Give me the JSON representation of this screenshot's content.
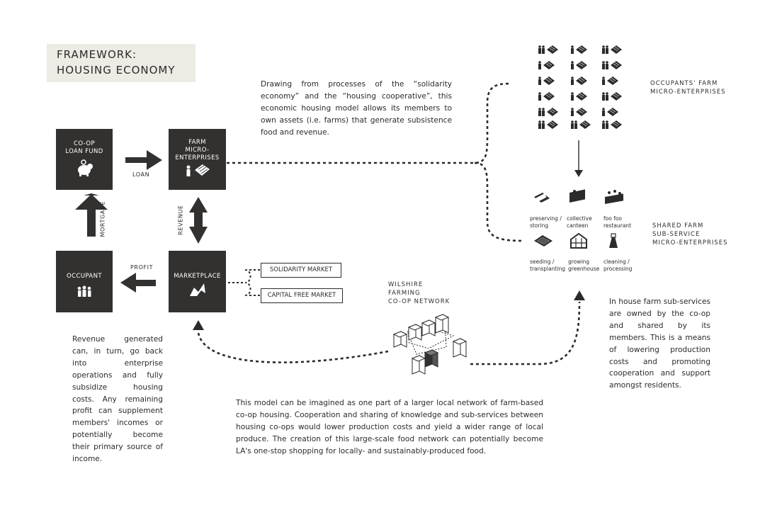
{
  "title": {
    "line1": "FRAMEWORK:",
    "line2": "HOUSING ECONOMY"
  },
  "boxes": {
    "loan_fund": "CO-OP\nLOAN FUND",
    "farm": "FARM\nMICRO-\nENTERPRISES",
    "occupant": "OCCUPANT",
    "marketplace": "MARKETPLACE"
  },
  "flows": {
    "loan": "LOAN",
    "mortgage": "MORTGAGE",
    "revenue": "REVENUE",
    "profit": "PROFIT"
  },
  "markets": {
    "solidarity": "SOLIDARITY MARKET",
    "capital_free": "CAPITAL FREE MARKET"
  },
  "intro_text": "Drawing from processes of the “solidarity economy” and the “housing cooperative”, this economic housing model allows its members to own assets (i.e. farms) that generate subsistence food and revenue.",
  "occupants_label": "OCCUPANTS' FARM\nMICRO-ENTERPRISES",
  "shared_label": "SHARED FARM\nSUB-SERVICE\nMICRO-ENTERPRISES",
  "services": [
    {
      "icon": "preserving-icon",
      "label": "preserving /\nstoring"
    },
    {
      "icon": "canteen-icon",
      "label": "collective\ncanteen"
    },
    {
      "icon": "restaurant-icon",
      "label": "foo foo\nrestaurant"
    },
    {
      "icon": "seeding-icon",
      "label": "seeding /\ntransplanting"
    },
    {
      "icon": "greenhouse-icon",
      "label": "growing\ngreenhouse"
    },
    {
      "icon": "cleaning-icon",
      "label": "cleaning /\nprocessing"
    }
  ],
  "network_label": "WILSHIRE\nFARMING\nCO-OP NETWORK",
  "revenue_text": "Revenue generated can, in turn, go back into enterprise operations and fully subsidize housing costs. Any remaining profit can supplement members' incomes or potentially become their primary source of income.",
  "network_text": "This model can be imagined as one part of a larger local network of farm-based co-op housing. Cooperation and sharing of knowledge and sub-services between housing co-ops would lower production costs and yield a wider range of local produce. The creation of this large-scale food network can potentially become LA's one-stop shopping for locally- and sustainably-produced food.",
  "subservice_text": "In house farm sub-services are owned by the co-op and shared by its members. This is a means of lowering production costs and promoting cooperation and support amongst residents.",
  "colors": {
    "box": "#333130",
    "title_bg": "#ecebe4",
    "ink": "#2b2b2b"
  }
}
